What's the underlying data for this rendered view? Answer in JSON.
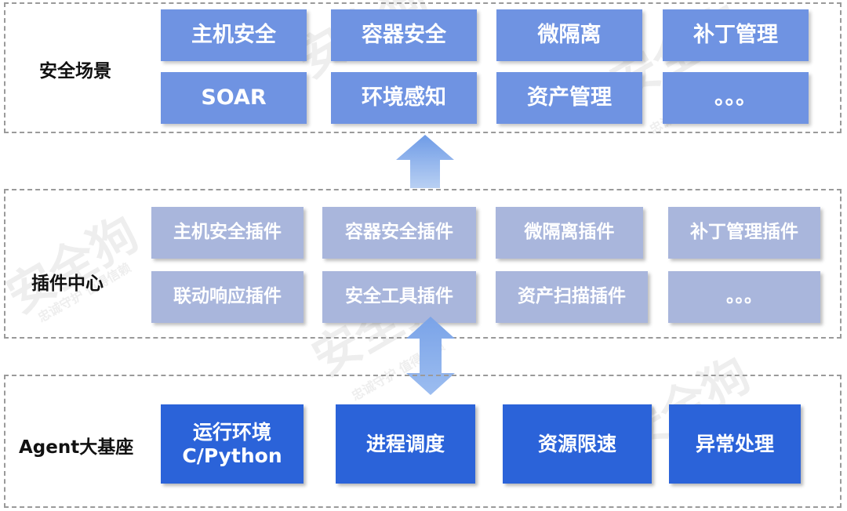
{
  "layers": {
    "scene": {
      "label": "安全场景",
      "items": [
        "主机安全",
        "容器安全",
        "微隔离",
        "补丁管理",
        "SOAR",
        "环境感知",
        "资产管理",
        "。。。"
      ]
    },
    "plugin": {
      "label": "插件中心",
      "items": [
        "主机安全插件",
        "容器安全插件",
        "微隔离插件",
        "补丁管理插件",
        "联动响应插件",
        "安全工具插件",
        "资产扫描插件",
        "。。。"
      ]
    },
    "agent": {
      "label": "Agent大基座",
      "items": [
        {
          "line1": "运行环境",
          "line2": "C/Python"
        },
        {
          "line1": "进程调度",
          "line2": ""
        },
        {
          "line1": "资源限速",
          "line2": ""
        },
        {
          "line1": "异常处理",
          "line2": ""
        }
      ]
    }
  },
  "watermark": {
    "brand": "安全狗",
    "slogan": "忠诚守护 值得信赖"
  },
  "colors": {
    "scene_box": "#6f93e2",
    "plugin_box": "#a9b6dc",
    "agent_box": "#2b63d9",
    "arrow": "#8fb4ea",
    "border": "#9a9a9a"
  }
}
